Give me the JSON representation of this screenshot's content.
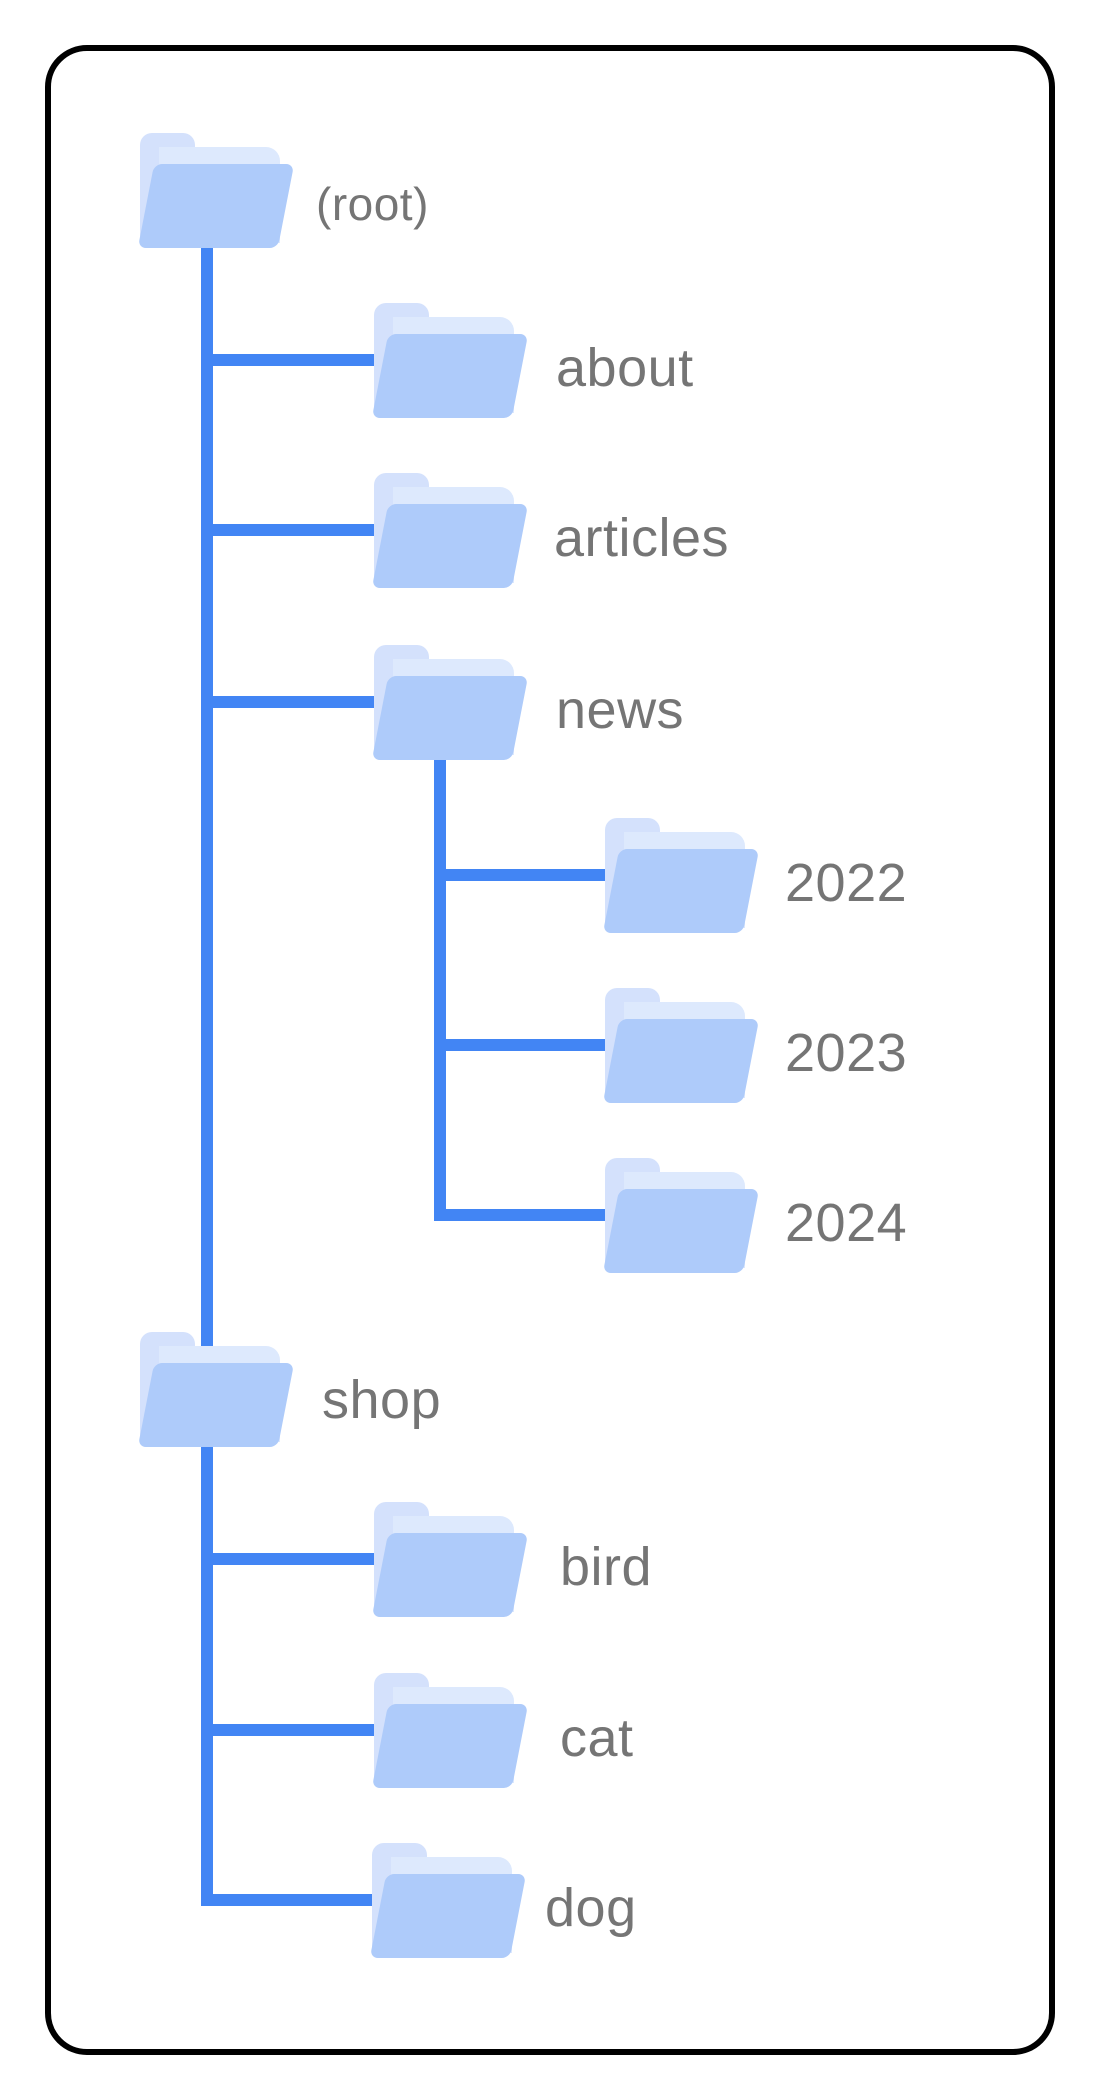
{
  "colors": {
    "line": "#4285f4",
    "folder_front": "#aecbfa",
    "folder_back": "#d4e1fc",
    "folder_sheet": "#dde9fd",
    "label": "#757575",
    "card_border": "#000000",
    "bg": "#ffffff"
  },
  "diagram": {
    "kind": "folder-tree-site-structure",
    "hierarchy": {
      "(root)": {
        "about": {},
        "articles": {},
        "news": {
          "2022": {},
          "2023": {},
          "2024": {}
        },
        "shop": {
          "bird": {},
          "cat": {},
          "dog": {}
        }
      }
    }
  },
  "nodes": [
    {
      "id": "root",
      "label": "(root)",
      "depth": 0
    },
    {
      "id": "about",
      "label": "about",
      "depth": 1
    },
    {
      "id": "articles",
      "label": "articles",
      "depth": 1
    },
    {
      "id": "news",
      "label": "news",
      "depth": 1
    },
    {
      "id": "y2022",
      "label": "2022",
      "depth": 2
    },
    {
      "id": "y2023",
      "label": "2023",
      "depth": 2
    },
    {
      "id": "y2024",
      "label": "2024",
      "depth": 2
    },
    {
      "id": "shop",
      "label": "shop",
      "depth": 1
    },
    {
      "id": "bird",
      "label": "bird",
      "depth": 2
    },
    {
      "id": "cat",
      "label": "cat",
      "depth": 2
    },
    {
      "id": "dog",
      "label": "dog",
      "depth": 2
    }
  ]
}
